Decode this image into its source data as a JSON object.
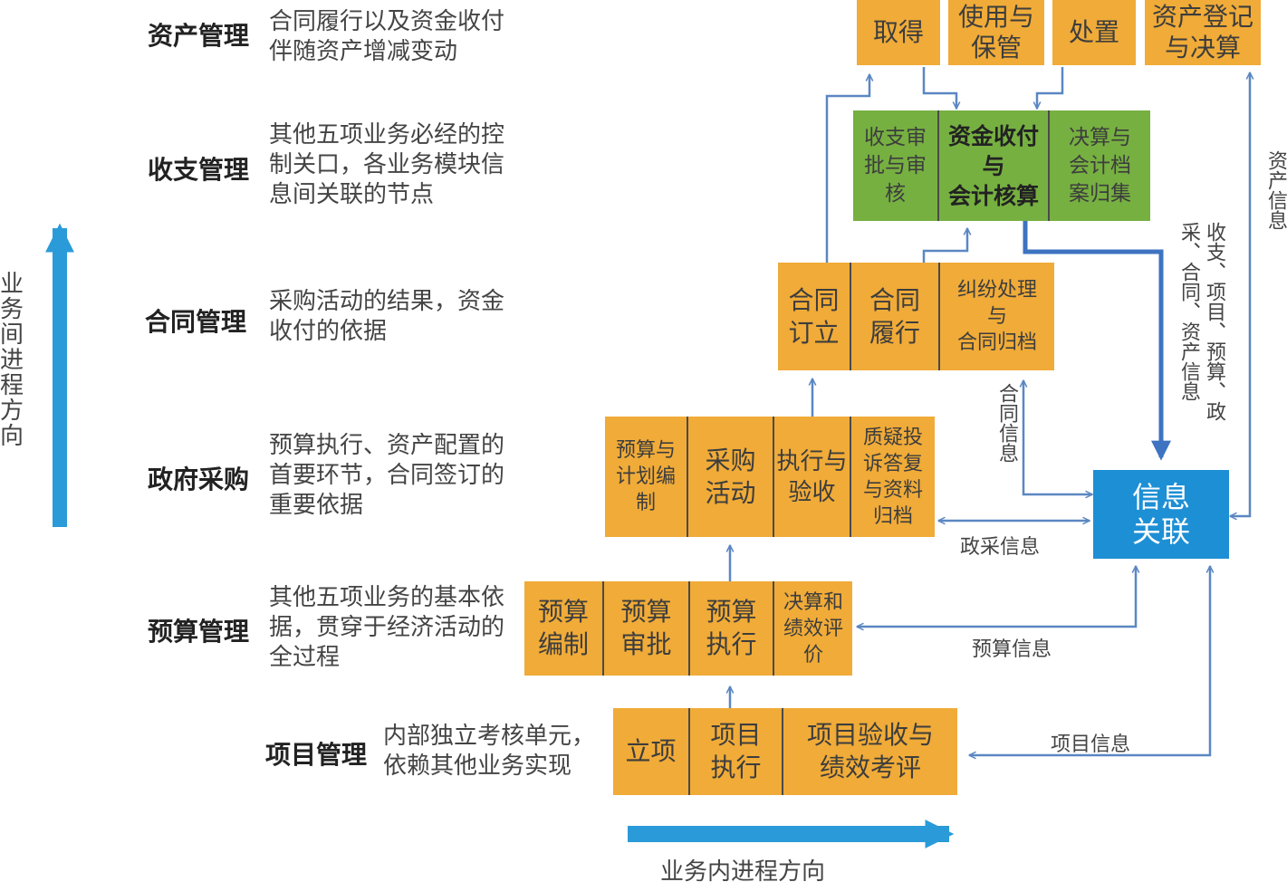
{
  "rows": [
    {
      "label": "资产管理",
      "desc": "合同履行以及资金收付\n伴随资产增减变动"
    },
    {
      "label": "收支管理",
      "desc": "其他五项业务必经的控\n制关口，各业务模块信\n息间关联的节点"
    },
    {
      "label": "合同管理",
      "desc": "采购活动的结果，资金\n收付的依据"
    },
    {
      "label": "政府采购",
      "desc": "预算执行、资产配置的\n首要环节，合同签订的\n重要依据"
    },
    {
      "label": "预算管理",
      "desc": "其他五项业务的基本依\n据，贯穿于经济活动的\n全过程"
    },
    {
      "label": "项目管理",
      "desc": "内部独立考核单元，\n依赖其他业务实现"
    }
  ],
  "axis_vertical_label": "业务间进程方向",
  "axis_horizontal_label": "业务内进程方向",
  "asset_boxes": [
    "取得",
    "使用与\n保管",
    "处置",
    "资产登记\n与决算"
  ],
  "finance_cells": [
    "收支审\n批与审\n核",
    "资金收付\n与\n会计核算",
    "决算与\n会计档\n案归集"
  ],
  "contract_cells": [
    "合同\n订立",
    "合同\n履行",
    "纠纷处理\n与\n合同归档"
  ],
  "procurement_cells": [
    "预算与\n计划编\n制",
    "采购\n活动",
    "执行与\n验收",
    "质疑投\n诉答复\n与资料\n归档"
  ],
  "budget_cells": [
    "预算\n编制",
    "预算\n审批",
    "预算\n执行",
    "决算和\n绩效评\n价"
  ],
  "project_cells": [
    "立项",
    "项目\n执行",
    "项目验收与\n绩效考评"
  ],
  "info_hub": "信息\n关联",
  "flow_labels": {
    "asset_info": "资产信息",
    "summary_info": "收支、项目、预算、政采、合同、资产信息",
    "contract_info": "合同信息",
    "procurement_info": "政采信息",
    "budget_info": "预算信息",
    "project_info": "项目信息"
  },
  "colors": {
    "process_box": "#f0ab38",
    "finance_box": "#76b041",
    "info_hub": "#1d8fd5",
    "arrows": "#5b87c2",
    "axis_arrows": "#2a9bd8"
  }
}
